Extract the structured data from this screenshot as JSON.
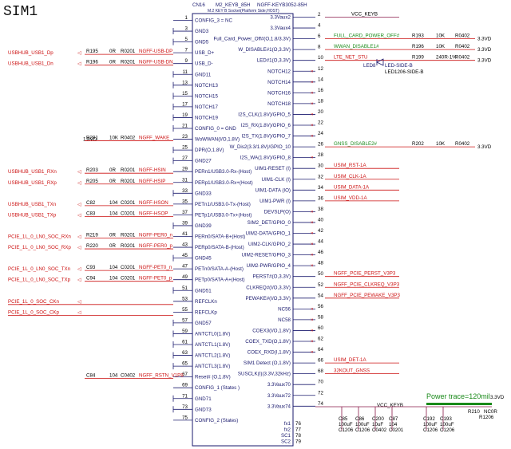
{
  "title": "SIM1",
  "connector": {
    "ref": "CN16",
    "part": "M2_KEYB_85H",
    "mpn": "NGFF-KEYB3052-85H",
    "subtitle": "M.2 KEY B Socket(Platform Side,HOST)"
  },
  "left_pins": [
    {
      "n": "1",
      "name": "CONFIG_3 = NC"
    },
    {
      "n": "3",
      "name": "GND3"
    },
    {
      "n": "5",
      "name": "GND5"
    },
    {
      "n": "7",
      "name": "USB_D+"
    },
    {
      "n": "9",
      "name": "USB_D-"
    },
    {
      "n": "11",
      "name": "GND11"
    },
    {
      "n": "13",
      "name": "NOTCH13"
    },
    {
      "n": "15",
      "name": "NOTCH15"
    },
    {
      "n": "17",
      "name": "NOTCH17"
    },
    {
      "n": "19",
      "name": "NOTCH19"
    },
    {
      "n": "21",
      "name": "CONFIG_0 = GND"
    },
    {
      "n": "23",
      "name": "WoWWAN(I/O,1.8V)"
    },
    {
      "n": "25",
      "name": "DPR(O,1.8V)"
    },
    {
      "n": "27",
      "name": "GND27"
    },
    {
      "n": "29",
      "name": "PERn1/USB3.0-Rx-(Host)"
    },
    {
      "n": "31",
      "name": "PERp1/USB3.0-Rx+(Host)"
    },
    {
      "n": "33",
      "name": "GND33"
    },
    {
      "n": "35",
      "name": "PETn1/USB3.0-Tx-(Host)"
    },
    {
      "n": "37",
      "name": "PETp1/USB3.0-Tx+(Host)"
    },
    {
      "n": "39",
      "name": "GND39"
    },
    {
      "n": "41",
      "name": "PERn0/SATA-B+(Host)"
    },
    {
      "n": "43",
      "name": "PERp0/SATA-B-(Host)"
    },
    {
      "n": "45",
      "name": "GND45"
    },
    {
      "n": "47",
      "name": "PETn0/SATA-A-(Host)"
    },
    {
      "n": "49",
      "name": "PETp0/SATA-A+(Host)"
    },
    {
      "n": "51",
      "name": "GND51"
    },
    {
      "n": "53",
      "name": "REFCLKn"
    },
    {
      "n": "55",
      "name": "REFCLKp"
    },
    {
      "n": "57",
      "name": "GND57"
    },
    {
      "n": "59",
      "name": "ANTCTL0(1.8V)"
    },
    {
      "n": "61",
      "name": "ANTCTL1(1.8V)"
    },
    {
      "n": "63",
      "name": "ANTCTL2(1.8V)"
    },
    {
      "n": "65",
      "name": "ANTCTL3(1.8V)"
    },
    {
      "n": "67",
      "name": "Reset#  (O,1.8V)"
    },
    {
      "n": "69",
      "name": "CONFIG_1 (States )"
    },
    {
      "n": "71",
      "name": "GND71"
    },
    {
      "n": "73",
      "name": "GND73"
    },
    {
      "n": "75",
      "name": "CONFIG_2 (States)"
    }
  ],
  "right_pins": [
    {
      "n": "2",
      "name": "3.3Vaux2"
    },
    {
      "n": "4",
      "name": "3.3Vaux4"
    },
    {
      "n": "6",
      "name": "Full_Card_Power_Off#(O,1.8/3.3V)"
    },
    {
      "n": "8",
      "name": "W_DISABLE#1(O,3.3V)"
    },
    {
      "n": "10",
      "name": "LED#1(O,3.3V)"
    },
    {
      "n": "12",
      "name": "NOTCH12"
    },
    {
      "n": "14",
      "name": "NOTCH14"
    },
    {
      "n": "16",
      "name": "NOTCH16"
    },
    {
      "n": "18",
      "name": "NOTCH18"
    },
    {
      "n": "20",
      "name": "I2S_CLK(1.8V)/GPIO_5"
    },
    {
      "n": "22",
      "name": "I2S_RX(1.8V)/GPIO_6"
    },
    {
      "n": "24",
      "name": "I2S_TX(1.8V)/GPIO_7"
    },
    {
      "n": "26",
      "name": "W_Dis2(3.3/1.8V)/GPIO_10"
    },
    {
      "n": "28",
      "name": "I2S_WA(1.8V)/GPIO_8"
    },
    {
      "n": "30",
      "name": "UIM1-RESET (I)"
    },
    {
      "n": "32",
      "name": "UIM1-CLK (I)"
    },
    {
      "n": "34",
      "name": "UIM1-DATA (IO)"
    },
    {
      "n": "36",
      "name": "UIM1-PWR (I)"
    },
    {
      "n": "38",
      "name": "DEVSLP(O)"
    },
    {
      "n": "40",
      "name": "SIM2_DET/GPIO_0"
    },
    {
      "n": "42",
      "name": "UIM2-DATA/GPIO_1"
    },
    {
      "n": "44",
      "name": "UIM2-CLK/GPIO_2"
    },
    {
      "n": "46",
      "name": "UIM2-RESET/GPIO_3"
    },
    {
      "n": "48",
      "name": "UIM2-PWR/GPIO_4"
    },
    {
      "n": "50",
      "name": "PERST#(O,3.3V)"
    },
    {
      "n": "52",
      "name": "CLKREQ#(I/O,3.3V)"
    },
    {
      "n": "54",
      "name": "PEWAKE#(I/O,3.3V)"
    },
    {
      "n": "56",
      "name": "NC56"
    },
    {
      "n": "58",
      "name": "NC58"
    },
    {
      "n": "60",
      "name": "COEX3(I/O,1.8V)"
    },
    {
      "n": "62",
      "name": "COEX_TXD(O,1.8V)"
    },
    {
      "n": "64",
      "name": "COEX_RXD(I,1.8V)"
    },
    {
      "n": "66",
      "name": "SIM1 Detect (O,1.8V)"
    },
    {
      "n": "68",
      "name": "SUSCLK(I)(3.3V,32kHz)"
    },
    {
      "n": "70",
      "name": "3.3Vaux70"
    },
    {
      "n": "72",
      "name": "3.3Vaux72"
    },
    {
      "n": "74",
      "name": "3.3Vaux74"
    }
  ],
  "extra_pins": [
    "fx1",
    "fx2",
    "SC1",
    "SC2"
  ],
  "extra_nums": [
    "76",
    "77",
    "78",
    "79"
  ],
  "left_nets": [
    {
      "net": "USBHUB_USB1_Dp",
      "ref": "R195",
      "val": "0R",
      "pkg": "R0201",
      "sig": "NGFF-USB-DP",
      "pin": 7
    },
    {
      "net": "USBHUB_USB1_Dn",
      "ref": "R196",
      "val": "0R",
      "pkg": "R0201",
      "sig": "NGFF-USB-DN",
      "pin": 9
    },
    {
      "net": "1.8VD",
      "ref": "R201",
      "val": "10K",
      "pkg": "R0402",
      "sig": "NGFF_WAKE",
      "pin": 23
    },
    {
      "net": "USBHUB_USB1_RXn",
      "ref": "R203",
      "val": "0R",
      "pkg": "R0201",
      "sig": "NGFF-HSIN",
      "pin": 29
    },
    {
      "net": "USBHUB_USB1_RXp",
      "ref": "R205",
      "val": "0R",
      "pkg": "R0201",
      "sig": "NGFF-HSIP",
      "pin": 31
    },
    {
      "net": "USBHUB_USB1_TXn",
      "ref": "C82",
      "val": "104",
      "pkg": "C0201",
      "sig": "NGFF-HSON",
      "pin": 35
    },
    {
      "net": "USBHUB_USB1_TXp",
      "ref": "C83",
      "val": "104",
      "pkg": "C0201",
      "sig": "NGFF-HSOP",
      "pin": 37
    },
    {
      "net": "PCIE_1L_0_LN0_SOC_RXn",
      "ref": "R219",
      "val": "0R",
      "pkg": "R0201",
      "sig": "NGFF-PER0_n",
      "pin": 41
    },
    {
      "net": "PCIE_1L_0_LN0_SOC_RXp",
      "ref": "R220",
      "val": "0R",
      "pkg": "R0201",
      "sig": "NGFF-PER0_p",
      "pin": 43
    },
    {
      "net": "PCIE_1L_0_LN0_SOC_TXn",
      "ref": "C93",
      "val": "104",
      "pkg": "C0201",
      "sig": "NGFF-PET0_n",
      "pin": 47
    },
    {
      "net": "PCIE_1L_0_LN0_SOC_TXp",
      "ref": "C94",
      "val": "104",
      "pkg": "C0201",
      "sig": "NGFF-PET0_p",
      "pin": 49
    },
    {
      "net": "PCIE_1L_0_SOC_CKn",
      "ref": "",
      "val": "",
      "pkg": "",
      "sig": "",
      "pin": 53
    },
    {
      "net": "PCIE_1L_0_SOC_CKp",
      "ref": "",
      "val": "",
      "pkg": "",
      "sig": "",
      "pin": 55
    },
    {
      "net": "",
      "ref": "C84",
      "val": "104",
      "pkg": "C0402",
      "sig": "NGFF_RSTN_V1P8",
      "pin": 67
    }
  ],
  "right_nets": [
    {
      "sig": "VCC_KEYB",
      "pin": 2,
      "color": "black"
    },
    {
      "sig": "FULL_CARD_POWER_OFF#",
      "ref": "R193",
      "val": "10K",
      "pkg": "R0402",
      "end": "3.3VD",
      "pin": 6,
      "color": "green"
    },
    {
      "sig": "WWAN_DISABLE1#",
      "ref": "R196",
      "val": "10K",
      "pkg": "R0402",
      "end": "3.3VD",
      "pin": 8,
      "color": "green"
    },
    {
      "sig": "LTE_NET_STU",
      "ref": "R199",
      "val": "240R-1%",
      "pkg": "R0402",
      "end": "3.3VD",
      "pin": 10,
      "color": "red"
    },
    {
      "sig": "GNSS_DISABLE2#",
      "ref": "R202",
      "val": "10K",
      "pkg": "R0402",
      "end": "3.3VD",
      "pin": 26,
      "color": "green"
    },
    {
      "sig": "USIM_RST-1A",
      "pin": 30,
      "color": "red"
    },
    {
      "sig": "USIM_CLK-1A",
      "pin": 32,
      "color": "red"
    },
    {
      "sig": "USIM_DATA-1A",
      "pin": 34,
      "color": "red"
    },
    {
      "sig": "USIM_VDD-1A",
      "pin": 36,
      "color": "red"
    },
    {
      "sig": "NGFF_PCIE_PERST_V3P3",
      "pin": 50,
      "color": "red"
    },
    {
      "sig": "NGFF_PCIE_CLKREQ_V3P3",
      "pin": 52,
      "color": "red"
    },
    {
      "sig": "NGFF_PCIE_PEWAKE_V3P3",
      "pin": 54,
      "color": "red"
    },
    {
      "sig": "USIM_DET-1A",
      "pin": 66,
      "color": "red"
    },
    {
      "sig": "32KOUT_GNSS",
      "pin": 68,
      "color": "red"
    }
  ],
  "led": {
    "ref": "LED8",
    "part": "LED-SIDE-B",
    "pkg": "LED1206-SIDE-B"
  },
  "power": {
    "net": "VCC_KEYB",
    "trace_note": "Power trace=120mil",
    "rail": "3.3VD",
    "res": {
      "ref": "R210",
      "val": "NC0R",
      "pkg": "R1206"
    },
    "caps": [
      {
        "ref": "C85",
        "val": "100uF",
        "pkg": "C1206"
      },
      {
        "ref": "C86",
        "val": "100uF",
        "pkg": "C1206"
      },
      {
        "ref": "C200",
        "val": "10uF",
        "pkg": "C0402"
      },
      {
        "ref": "C87",
        "val": "104",
        "pkg": "C0201"
      },
      {
        "ref": "C192",
        "val": "100uF",
        "pkg": "C1206"
      },
      {
        "ref": "C193",
        "val": "100uF",
        "pkg": "C1206"
      }
    ]
  },
  "colors": {
    "box": "#1a1a6e",
    "net": "#cc1111",
    "green": "#1a8a1a",
    "wire": "#8a1a4a"
  }
}
